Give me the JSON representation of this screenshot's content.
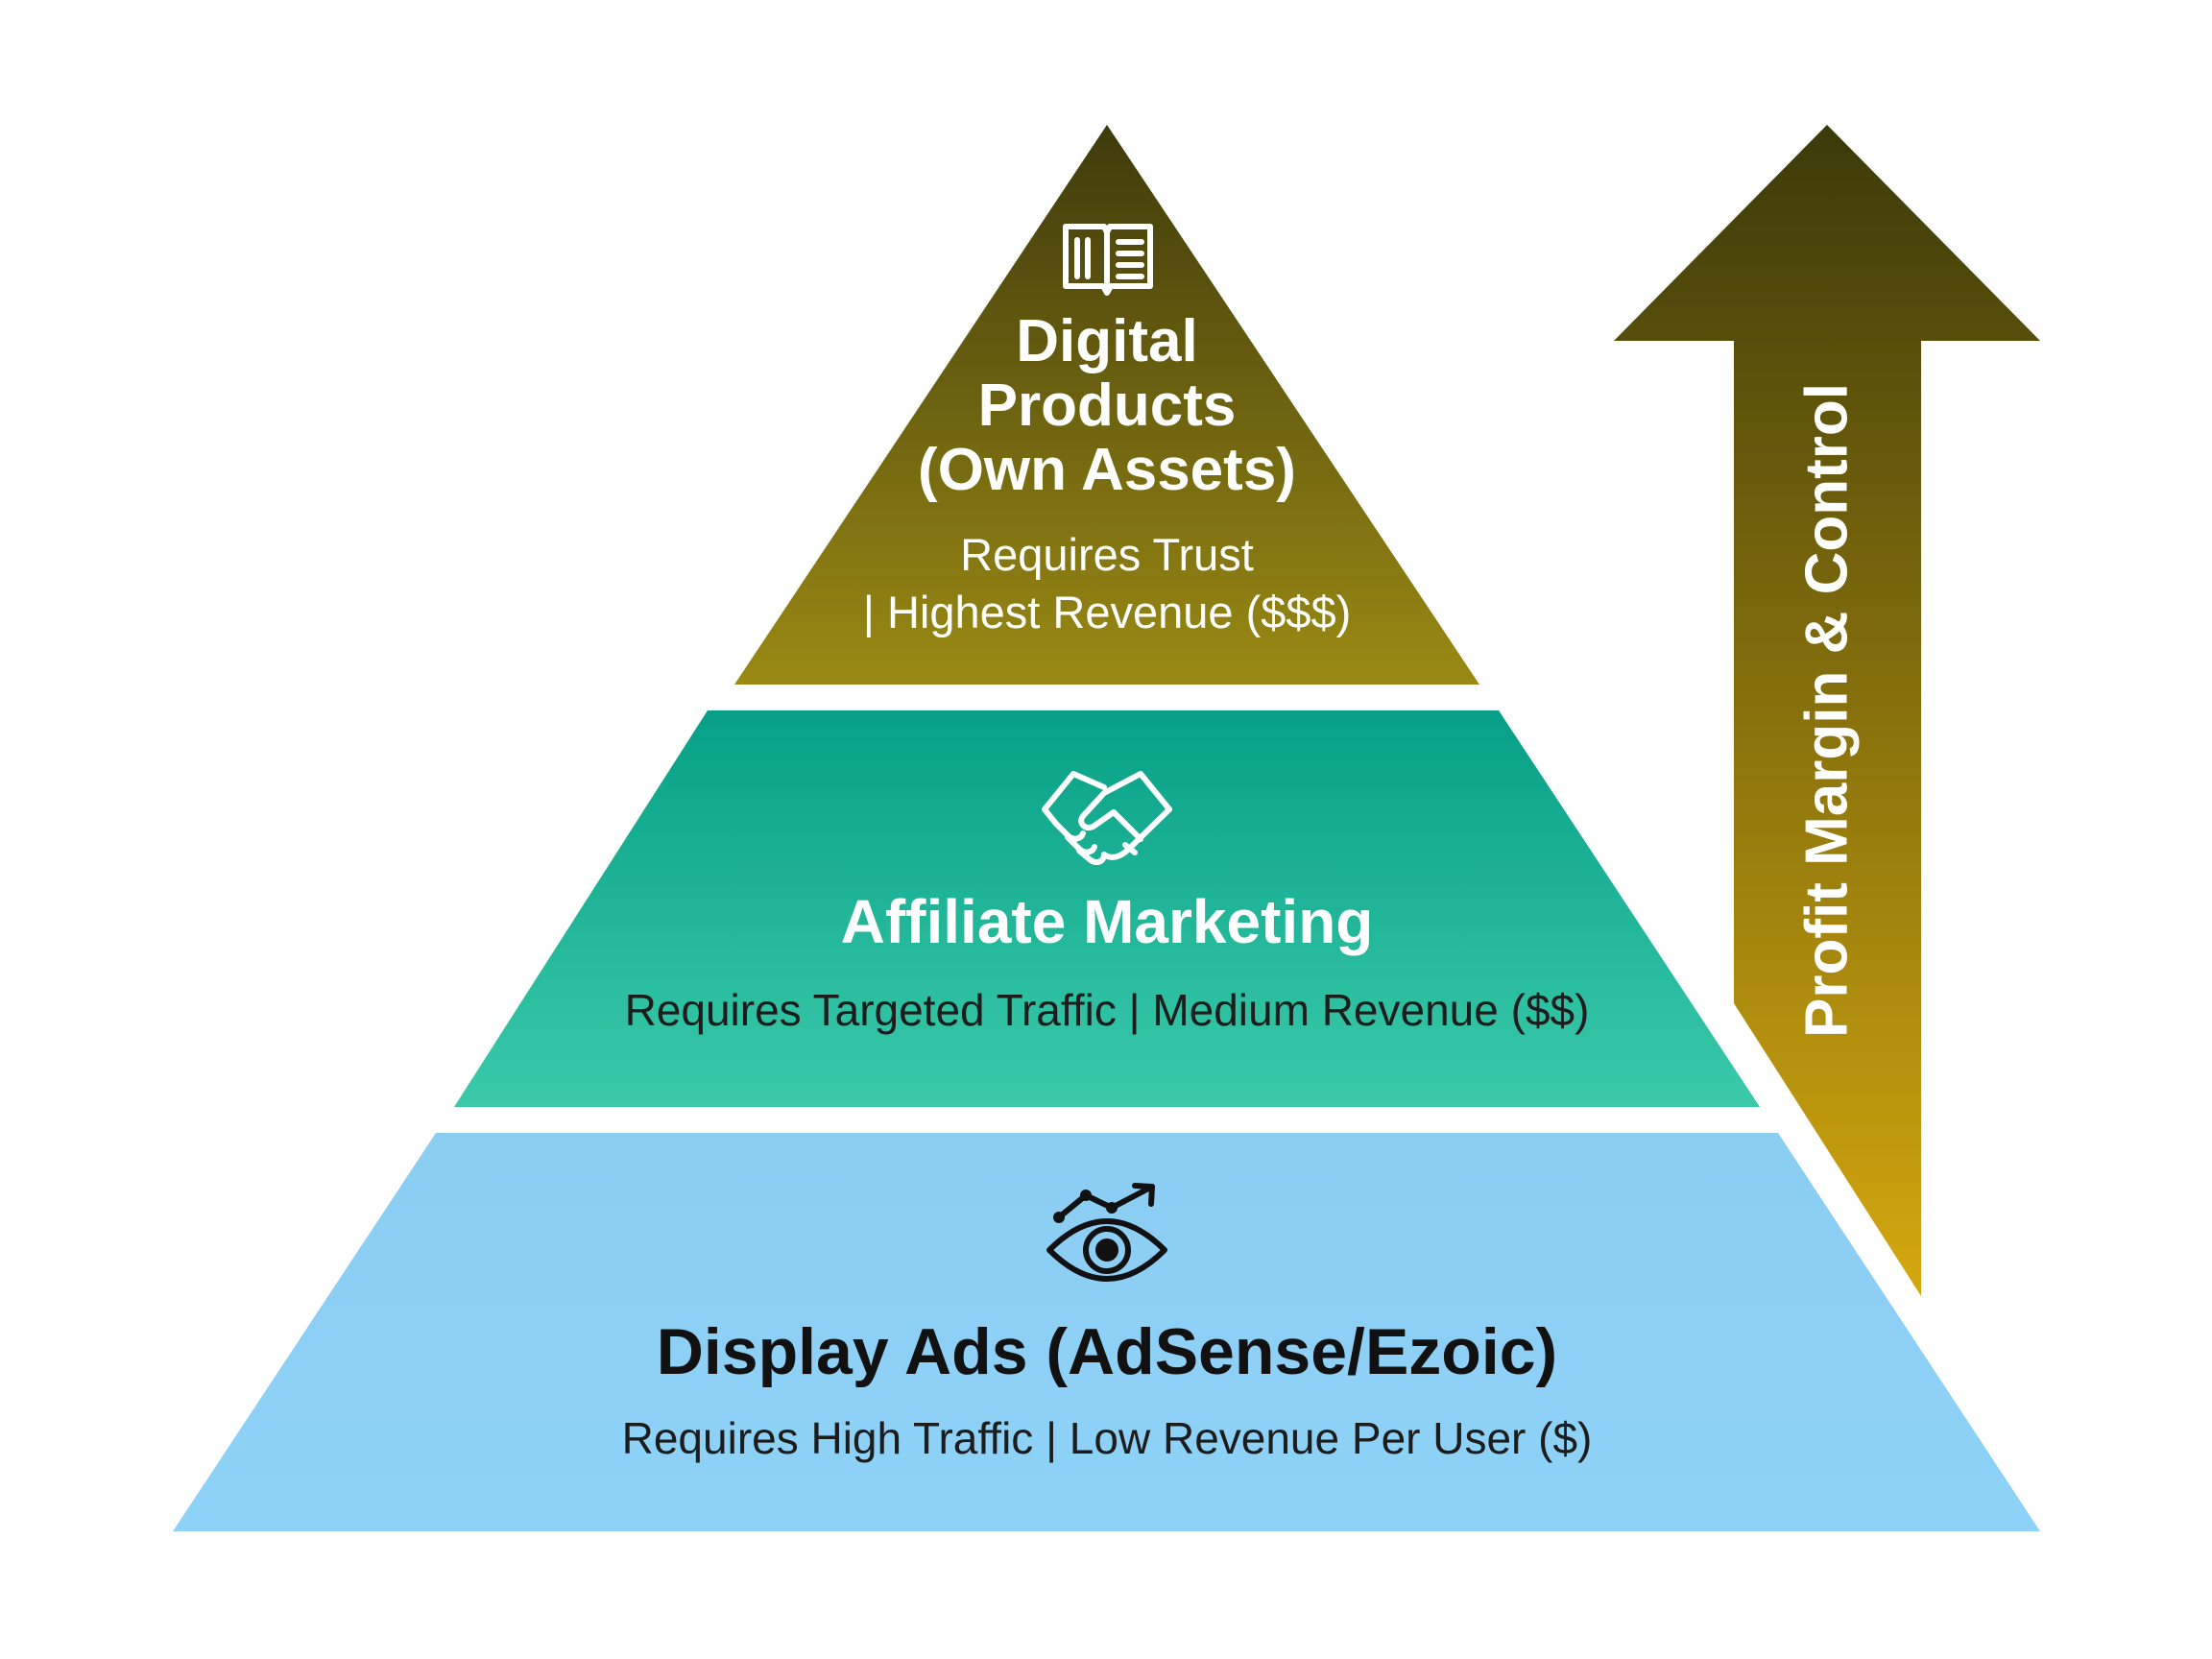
{
  "tiers": [
    {
      "title_lines": [
        "Digital",
        "Products",
        "(Own Assets)"
      ],
      "subtitle_lines": [
        "Requires Trust",
        "| Highest Revenue ($$$)"
      ],
      "icon": "book-icon",
      "color_top": "#3f3a0c",
      "color_bottom": "#9a8a14"
    },
    {
      "title": "Affiliate Marketing",
      "subtitle": "Requires Targeted Traffic | Medium Revenue ($$)",
      "icon": "handshake-icon",
      "color_top": "#07a086",
      "color_bottom": "#3acaaa"
    },
    {
      "title": "Display Ads (AdSense/Ezoic)",
      "subtitle": "Requires High Traffic | Low Revenue Per User ($)",
      "icon": "eye-trend-icon",
      "color_top": "#8ccdf2",
      "color_bottom": "#8fd2f8"
    }
  ],
  "arrow": {
    "label": "Profit Margin & Control",
    "color_top": "#3b3a0a",
    "color_bottom": "#d4a80f"
  }
}
